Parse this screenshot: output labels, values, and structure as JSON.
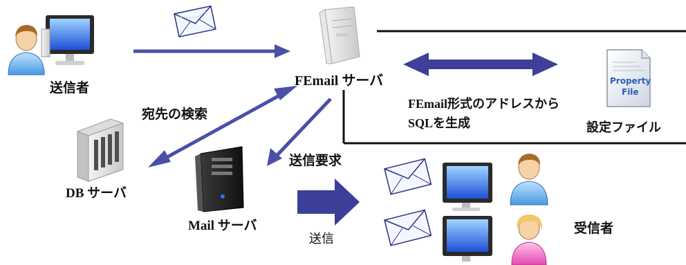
{
  "labels": {
    "sender": "送信者",
    "femail_server": "FEmail サーバ",
    "search_destination": "宛先の検索",
    "db_server": "DB サーバ",
    "send_request": "送信要求",
    "mail_server": "Mail サーバ",
    "send": "送信",
    "receivers": "受信者",
    "sql_line1": "FEmail形式のアドレスから",
    "sql_line2": "SQLを生成",
    "config_file": "設定ファイル"
  },
  "property_file": {
    "line1": "Property",
    "line2": "File"
  },
  "colors": {
    "arrow": "#4a4fa8",
    "arrow_dark": "#2b2f7e",
    "frame": "#111111",
    "envelope": "#f3f7ff"
  }
}
